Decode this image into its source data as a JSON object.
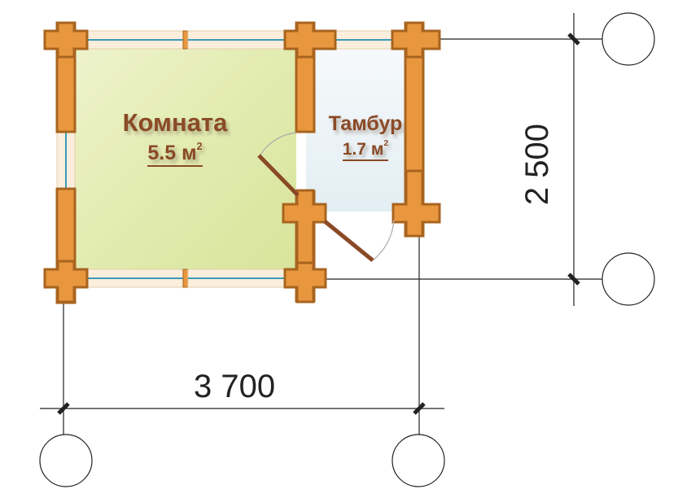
{
  "plan": {
    "rooms": [
      {
        "name": "Комната",
        "area_value": "5.5 м",
        "area_unit_sup": "2",
        "fill": "#dfe8a8"
      },
      {
        "name": "Тамбур",
        "area_value": "1.7 м",
        "area_unit_sup": "2",
        "fill": "#e6f0f4"
      }
    ],
    "dimensions": {
      "width_label": "3 700",
      "height_label": "2 500"
    },
    "colors": {
      "log_fill": "#e8973f",
      "log_stroke": "#a8641f",
      "window_fill": "#fbeedd",
      "window_glass": "#3b9ab8",
      "door": "#8a4a26",
      "dimension_line": "#222222",
      "text": "#8a4a26"
    }
  }
}
